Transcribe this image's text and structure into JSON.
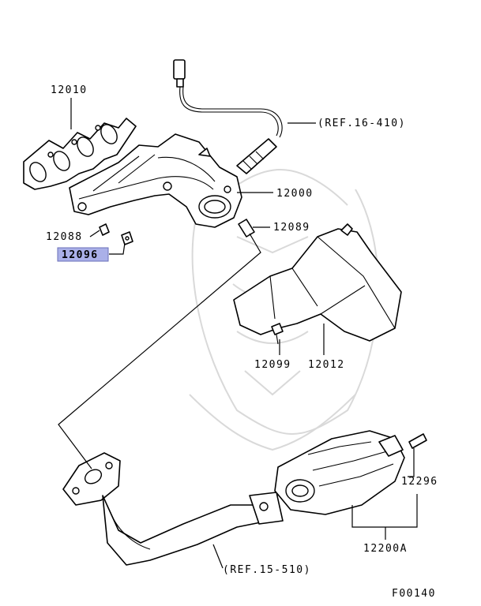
{
  "diagram": {
    "callouts": [
      {
        "id": "12010",
        "text": "12010"
      },
      {
        "id": "12000",
        "text": "12000"
      },
      {
        "id": "12088",
        "text": "12088"
      },
      {
        "id": "12096",
        "text": "12096",
        "highlighted": true
      },
      {
        "id": "12089",
        "text": "12089"
      },
      {
        "id": "12099",
        "text": "12099"
      },
      {
        "id": "12012",
        "text": "12012"
      },
      {
        "id": "12296",
        "text": "12296"
      },
      {
        "id": "12200A",
        "text": "12200A"
      }
    ],
    "references": [
      {
        "id": "ref-16-410",
        "text": "(REF.16-410)"
      },
      {
        "id": "ref-15-510",
        "text": "(REF.15-510)"
      }
    ],
    "figure_code": "F00140",
    "highlight_color": "#aab0e8"
  }
}
